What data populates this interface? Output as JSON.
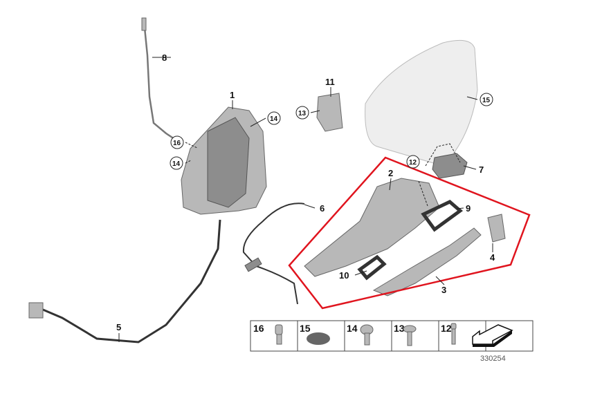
{
  "diagram": {
    "callouts": [
      {
        "number": "1",
        "circled": false
      },
      {
        "number": "2",
        "circled": false
      },
      {
        "number": "3",
        "circled": false
      },
      {
        "number": "4",
        "circled": false
      },
      {
        "number": "5",
        "circled": false
      },
      {
        "number": "6",
        "circled": false
      },
      {
        "number": "7",
        "circled": false
      },
      {
        "number": "8",
        "circled": false
      },
      {
        "number": "9",
        "circled": false
      },
      {
        "number": "10",
        "circled": false
      },
      {
        "number": "11",
        "circled": false
      },
      {
        "number": "12",
        "circled": true
      },
      {
        "number": "13",
        "circled": true
      },
      {
        "number": "14",
        "circled": true
      },
      {
        "number": "14",
        "circled": true
      },
      {
        "number": "15",
        "circled": true
      },
      {
        "number": "16",
        "circled": true
      }
    ],
    "highlight_color": "#e0141e",
    "legend": [
      "16",
      "15",
      "14",
      "13",
      "12"
    ],
    "legend_icons": [
      "clip-icon",
      "plug-icon",
      "screw-icon",
      "countersunk-screw-icon",
      "bolt-icon",
      "direction-arrow-icon"
    ],
    "reference": "330254"
  }
}
